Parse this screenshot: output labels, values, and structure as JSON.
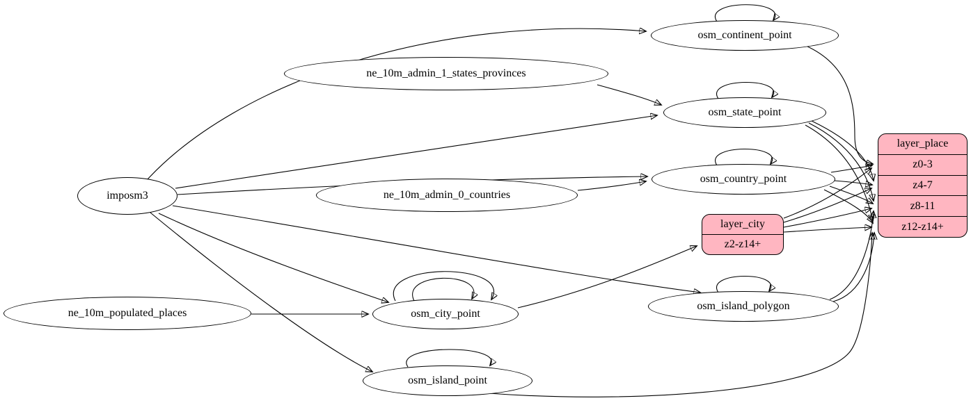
{
  "nodes": {
    "imposm3": {
      "label": "imposm3"
    },
    "ne_10m_admin_1_states_provinces": {
      "label": "ne_10m_admin_1_states_provinces"
    },
    "ne_10m_admin_0_countries": {
      "label": "ne_10m_admin_0_countries"
    },
    "ne_10m_populated_places": {
      "label": "ne_10m_populated_places"
    },
    "osm_continent_point": {
      "label": "osm_continent_point"
    },
    "osm_state_point": {
      "label": "osm_state_point"
    },
    "osm_country_point": {
      "label": "osm_country_point"
    },
    "osm_city_point": {
      "label": "osm_city_point"
    },
    "osm_island_polygon": {
      "label": "osm_island_polygon"
    },
    "osm_island_point": {
      "label": "osm_island_point"
    }
  },
  "records": {
    "layer_place": {
      "title": "layer_place",
      "rows": [
        "z0-3",
        "z4-7",
        "z8-11",
        "z12-z14+"
      ]
    },
    "layer_city": {
      "title": "layer_city",
      "rows": [
        "z2-z14+"
      ]
    }
  },
  "colors": {
    "record_fill": "#ffb6c1",
    "node_fill": "#ffffff",
    "edge": "#000000",
    "background": "#ffffff"
  },
  "edges": [
    "imposm3 -> osm_continent_point",
    "imposm3 -> osm_state_point",
    "imposm3 -> osm_country_point",
    "imposm3 -> osm_city_point",
    "imposm3 -> osm_island_polygon",
    "imposm3 -> osm_island_point",
    "ne_10m_admin_1_states_provinces -> osm_state_point",
    "ne_10m_admin_0_countries -> osm_country_point",
    "ne_10m_populated_places -> osm_city_point",
    "osm_continent_point -> osm_continent_point",
    "osm_state_point -> osm_state_point",
    "osm_country_point -> osm_country_point",
    "osm_city_point -> osm_city_point",
    "osm_city_point -> osm_city_point",
    "osm_island_polygon -> osm_island_polygon",
    "osm_island_point -> osm_island_point",
    "osm_continent_point -> layer_place:z0-3",
    "osm_country_point -> layer_place:z0-3",
    "osm_country_point -> layer_place:z4-7",
    "osm_country_point -> layer_place:z8-11",
    "osm_country_point -> layer_place:z12-z14+",
    "osm_state_point -> layer_place:z4-7",
    "osm_state_point -> layer_place:z8-11",
    "osm_state_point -> layer_place:z12-z14+",
    "osm_island_polygon -> layer_place:z8-11",
    "osm_island_polygon -> layer_place:z12-z14+",
    "osm_island_point -> layer_place:z12-z14+",
    "osm_city_point -> layer_city:z2-z14+",
    "layer_city -> layer_place:z0-3",
    "layer_city -> layer_place:z4-7",
    "layer_city -> layer_place:z8-11",
    "layer_city -> layer_place:z12-z14+"
  ]
}
